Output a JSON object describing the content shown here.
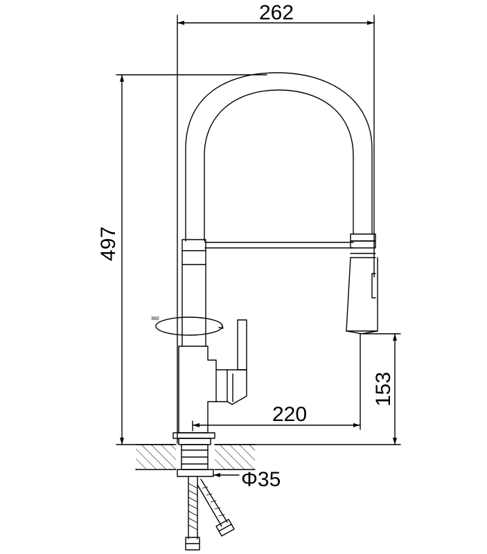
{
  "diagram": {
    "colors": {
      "line": "#000000",
      "background": "#ffffff"
    },
    "dimensions": {
      "width_total": "262",
      "height_total": "497",
      "spray_height": "153",
      "reach": "220",
      "hole_diameter": "Φ35"
    },
    "annotations": {
      "rotation": "360"
    }
  }
}
